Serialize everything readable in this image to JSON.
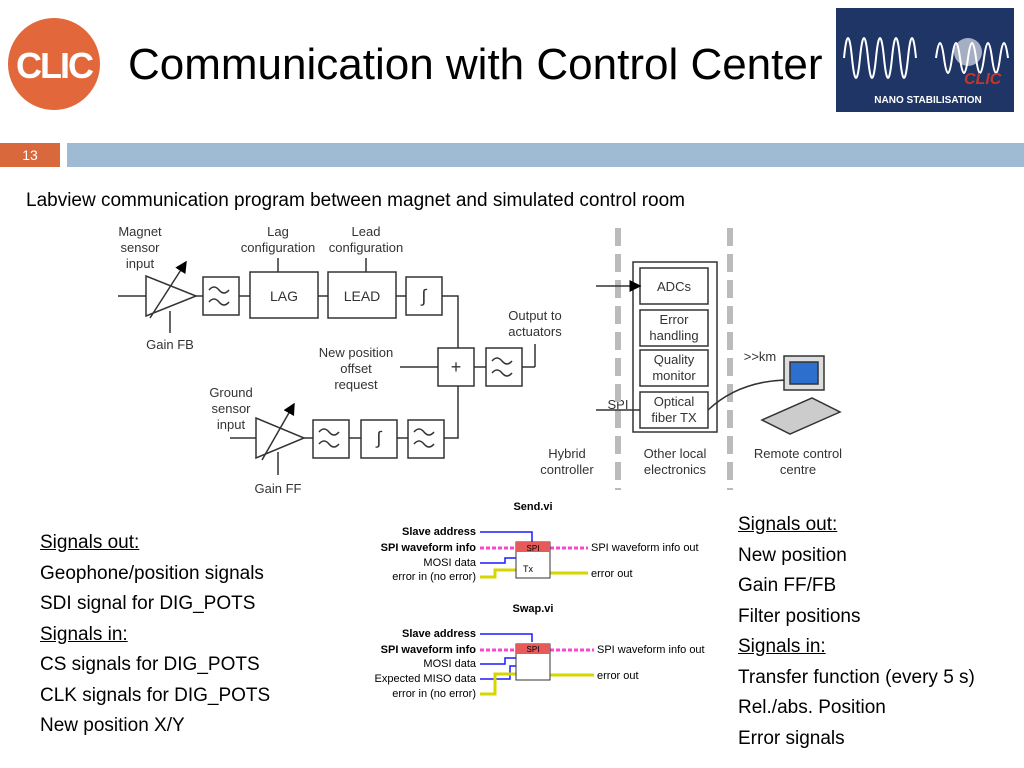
{
  "slide": {
    "title": "Communication with Control Center",
    "number": "13",
    "subtitle": "Labview communication program between magnet and simulated control room"
  },
  "logos": {
    "left": "CLIC",
    "right_line1": "CLIC",
    "right_line2": "NANO STABILISATION"
  },
  "diagram": {
    "magnet_sensor": [
      "Magnet",
      "sensor",
      "input"
    ],
    "gain_fb": "Gain FB",
    "lag_config": [
      "Lag",
      "configuration"
    ],
    "lead_config": [
      "Lead",
      "configuration"
    ],
    "lag": "LAG",
    "lead": "LEAD",
    "integrator": "∫",
    "plus": "+",
    "output": [
      "Output to",
      "actuators"
    ],
    "new_position": [
      "New position",
      "offset",
      "request"
    ],
    "ground_sensor": [
      "Ground",
      "sensor",
      "input"
    ],
    "gain_ff": "Gain FF",
    "adcs": "ADCs",
    "error_handling": [
      "Error",
      "handling"
    ],
    "quality_monitor": [
      "Quality",
      "monitor"
    ],
    "optical_tx": [
      "Optical",
      "fiber TX"
    ],
    "spi": "SPI",
    "km": ">>km",
    "hybrid_controller": [
      "Hybrid",
      "controller"
    ],
    "other_electronics": [
      "Other local",
      "electronics"
    ],
    "remote_control": [
      "Remote control",
      "centre"
    ]
  },
  "labview": {
    "send_title": "Send.vi",
    "swap_title": "Swap.vi",
    "slave_address": "Slave address",
    "spi_waveform_info": "SPI waveform info",
    "mosi_data": "MOSI data",
    "expected_miso": "Expected MISO data",
    "error_in": "error in (no error)",
    "spi_waveform_out": "SPI waveform info out",
    "error_out": "error out",
    "spi_label": "SPI",
    "tx_label": "Tx"
  },
  "left_list": {
    "out_heading": "Signals out:",
    "out_items": [
      "Geophone/position signals",
      "SDI signal for DIG_POTS"
    ],
    "in_heading": "Signals in:",
    "in_items": [
      "CS signals for DIG_POTS",
      "CLK signals for DIG_POTS",
      "New position X/Y"
    ]
  },
  "right_list": {
    "out_heading": "Signals out:",
    "out_items": [
      "New position",
      "Gain FF/FB",
      "Filter positions"
    ],
    "in_heading": "Signals in:",
    "in_items": [
      "Transfer function (every 5 s)",
      "Rel./abs. Position",
      "Error signals"
    ]
  },
  "colors": {
    "logo_orange": "#e2673a",
    "accent_bar": "#d9683c",
    "band": "#9fbad3",
    "spi_pink": "#ff44cc",
    "error_yellow": "#d6d600",
    "wire_blue": "#1c1cff"
  }
}
